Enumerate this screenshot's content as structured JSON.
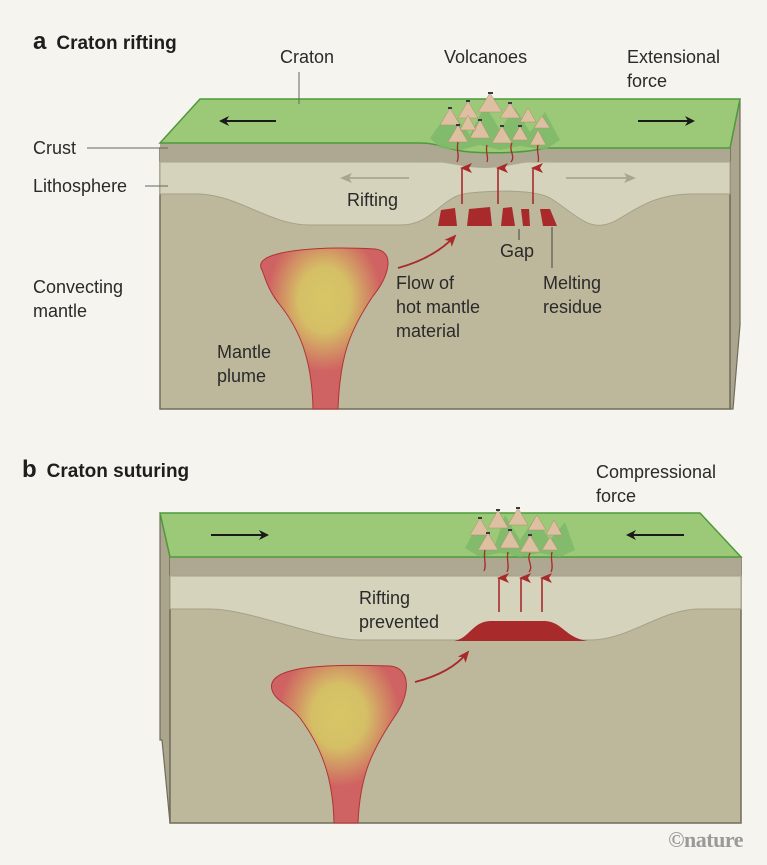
{
  "panels": [
    {
      "letter": "a",
      "title": "Craton rifting",
      "labels": {
        "craton": "Craton",
        "volcanoes": "Volcanoes",
        "force": "Extensional\nforce",
        "crust": "Crust",
        "lithosphere": "Lithosphere",
        "rifting": "Rifting",
        "convecting_mantle": "Convecting\nmantle",
        "gap": "Gap",
        "flow": "Flow of\nhot mantle\nmaterial",
        "melting_residue": "Melting\nresidue",
        "mantle_plume": "Mantle\nplume"
      }
    },
    {
      "letter": "b",
      "title": "Craton suturing",
      "labels": {
        "force": "Compressional\nforce",
        "rifting_prevented": "Rifting\nprevented"
      }
    }
  ],
  "colors": {
    "background": "#f5f4ee",
    "craton_surface": "#9cc978",
    "crust": "#aea893",
    "lithosphere": "#d5d3bc",
    "mantle": "#bdb89b",
    "plume_red": "#cf6262",
    "plume_core": "#d6c765",
    "magma": "#a82a2b",
    "arrow_black": "#1a1a1a",
    "arrow_grey": "#a9a68e"
  },
  "credit": "©nature"
}
